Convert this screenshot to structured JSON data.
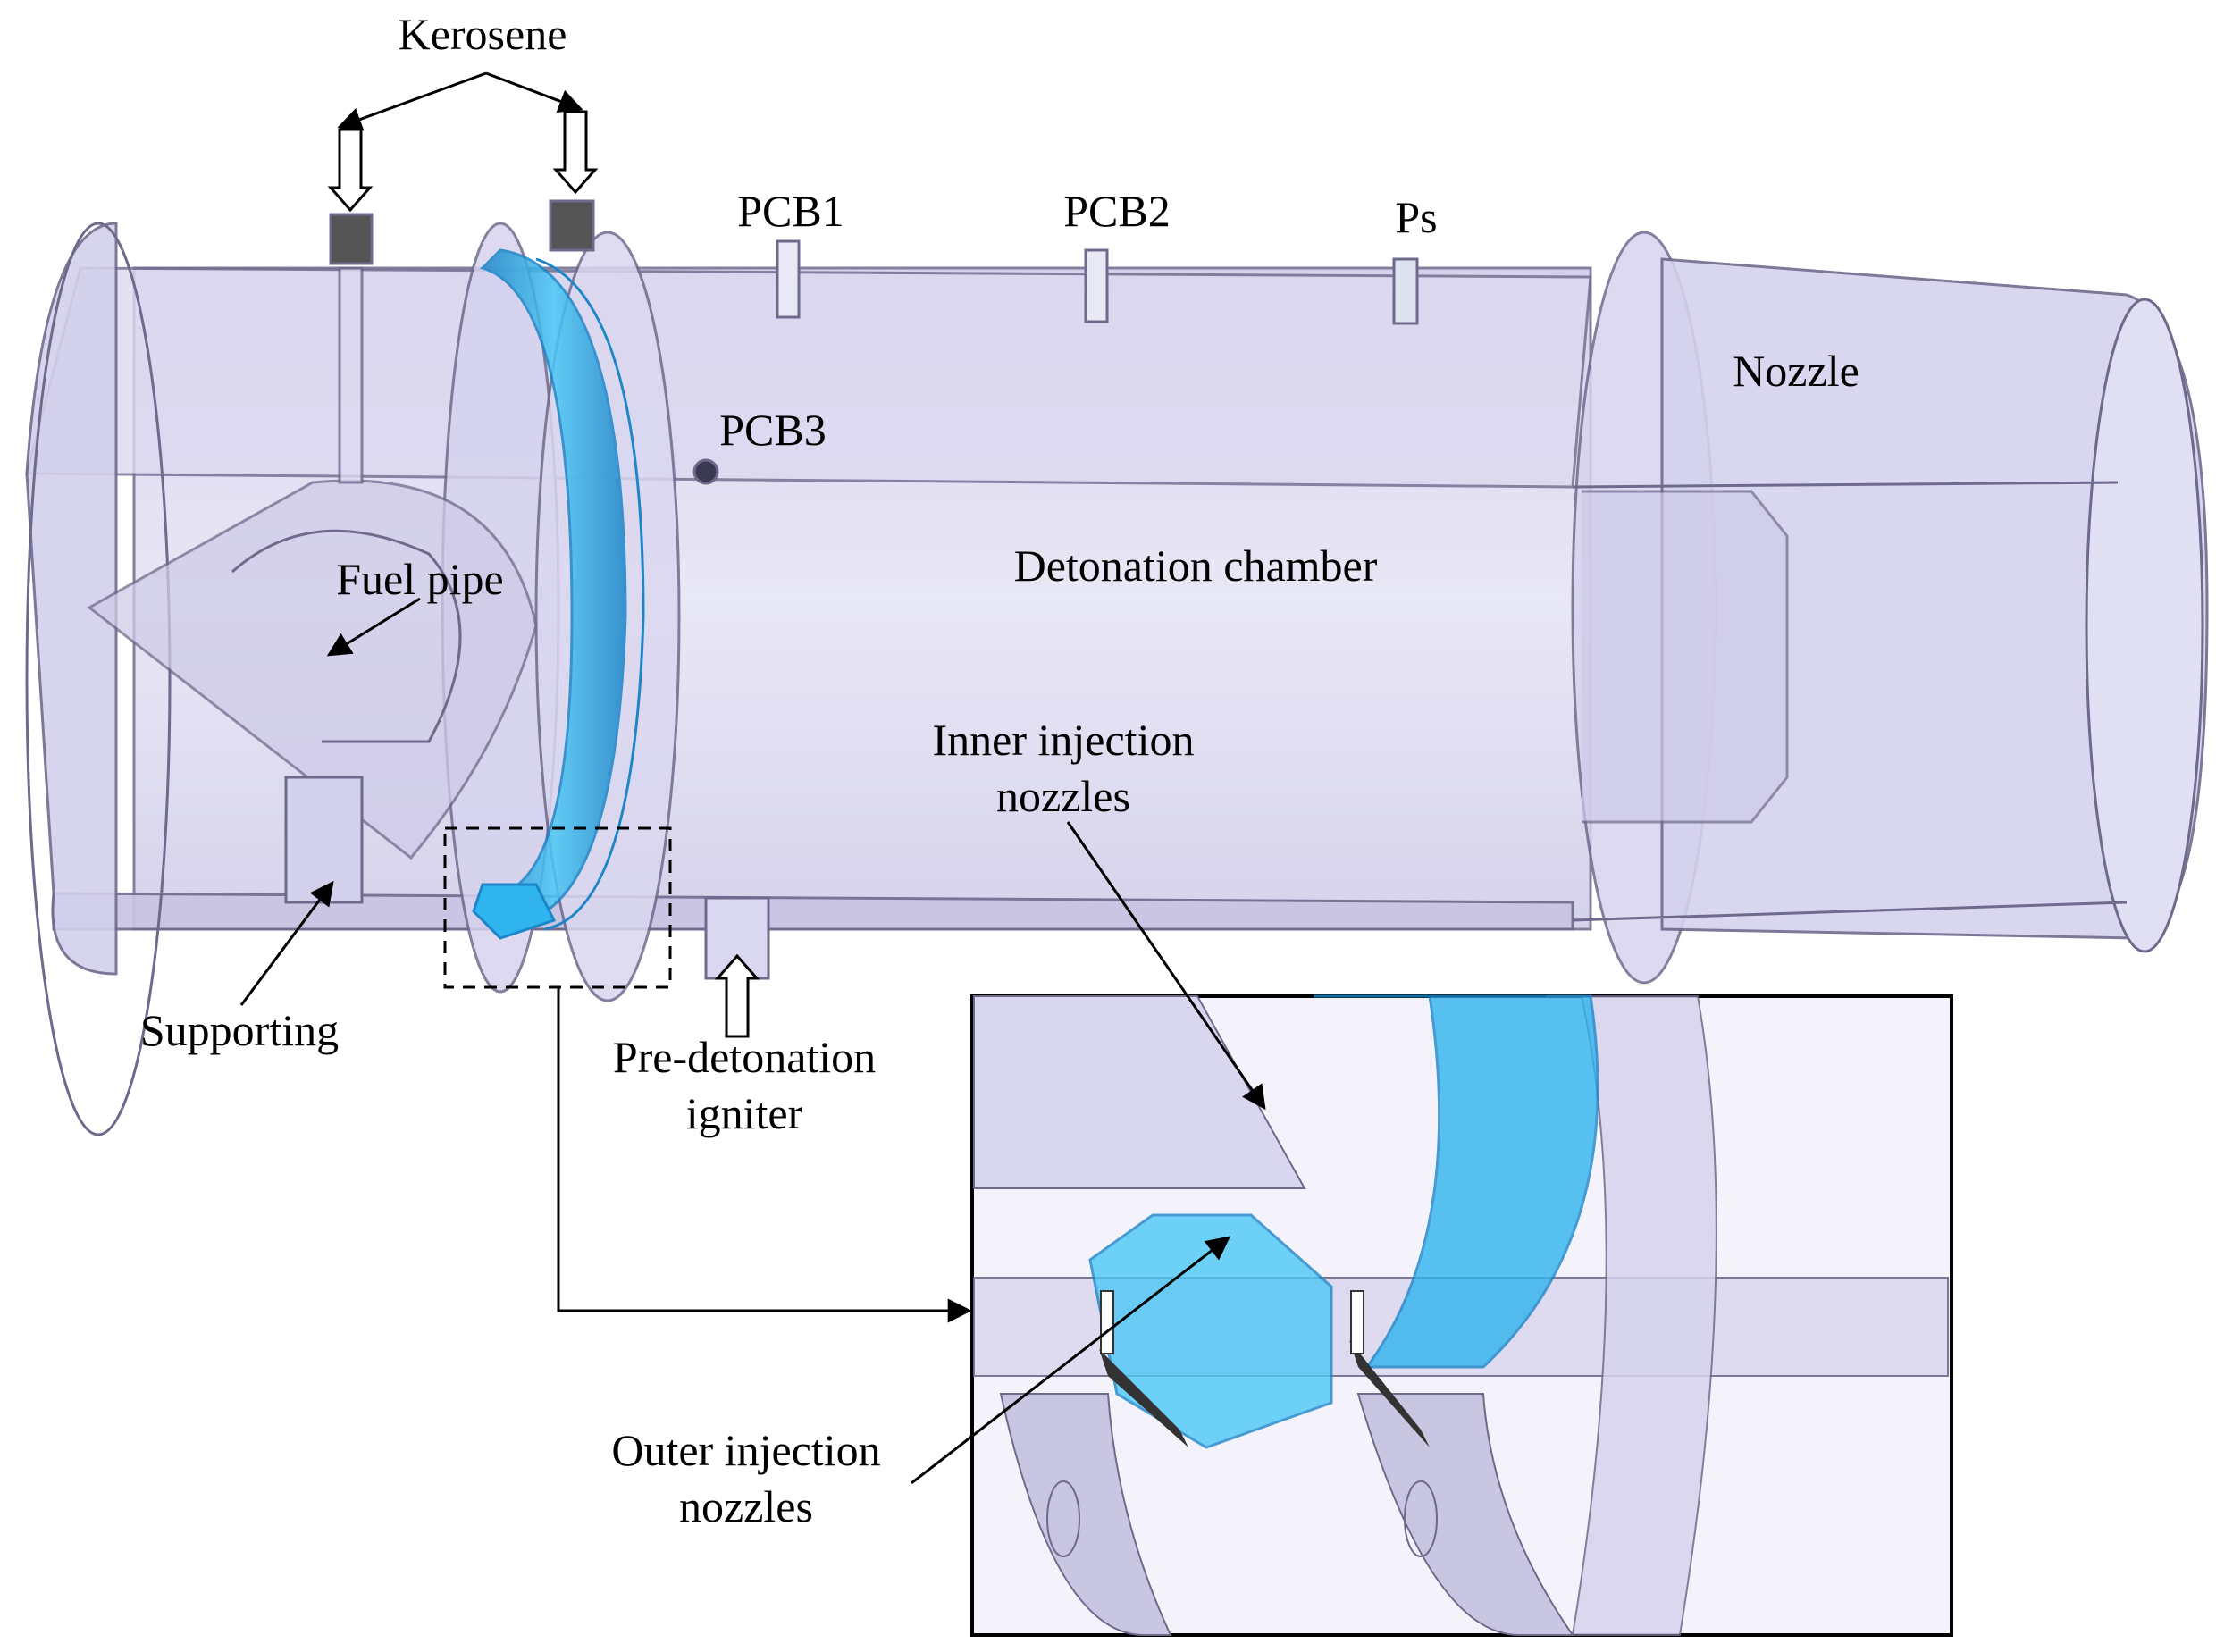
{
  "labels": {
    "kerosene": "Kerosene",
    "pcb1": "PCB1",
    "pcb2": "PCB2",
    "ps": "Ps",
    "pcb3": "PCB3",
    "nozzle": "Nozzle",
    "fuel_pipe": "Fuel pipe",
    "detonation_chamber": "Detonation chamber",
    "inner_injection_line1": "Inner injection",
    "inner_injection_line2": "nozzles",
    "supporting": "Supporting",
    "pre_detonation_line1": "Pre-detonation",
    "pre_detonation_line2": "igniter",
    "outer_injection_line1": "Outer injection",
    "outer_injection_line2": "nozzles"
  },
  "colors": {
    "body_fill": "#d9d6f0",
    "body_edge": "#6e6a8c",
    "injector_blue": "#2fb4ee",
    "injector_dark": "#1c86c9",
    "arrow": "#000000"
  }
}
